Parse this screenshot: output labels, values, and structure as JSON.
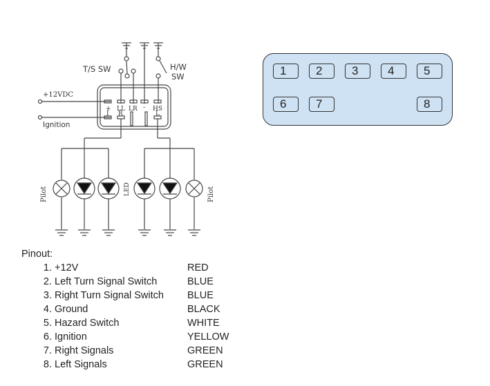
{
  "schematic": {
    "labels": {
      "ts_sw": "T/S SW",
      "hw_sw_line1": "H/W",
      "hw_sw_line2": "SW",
      "plus12vdc": "+12VDC",
      "ignition": "Ignition",
      "pilot_left": "Pilot",
      "pilot_right": "Pilot",
      "led": "LED"
    },
    "terminals": {
      "top": [
        "+",
        "LL",
        "LR",
        "-",
        "HS"
      ],
      "bottom": [
        "I",
        "R",
        "L"
      ]
    }
  },
  "connector": {
    "pins": [
      "1",
      "2",
      "3",
      "4",
      "5",
      "6",
      "7",
      "8"
    ],
    "fill_color": "#cfe2f3"
  },
  "pinout": {
    "title": "Pinout:",
    "rows": [
      {
        "num": "1.",
        "name": "+12V",
        "color": "RED"
      },
      {
        "num": "2.",
        "name": "Left Turn Signal Switch",
        "color": "BLUE"
      },
      {
        "num": "3.",
        "name": "Right Turn Signal Switch",
        "color": "BLUE"
      },
      {
        "num": "4.",
        "name": "Ground",
        "color": "BLACK"
      },
      {
        "num": "5.",
        "name": "Hazard Switch",
        "color": "WHITE"
      },
      {
        "num": "6.",
        "name": "Ignition",
        "color": "YELLOW"
      },
      {
        "num": "7.",
        "name": "Right Signals",
        "color": "GREEN"
      },
      {
        "num": "8.",
        "name": "Left Signals",
        "color": "GREEN"
      }
    ]
  }
}
